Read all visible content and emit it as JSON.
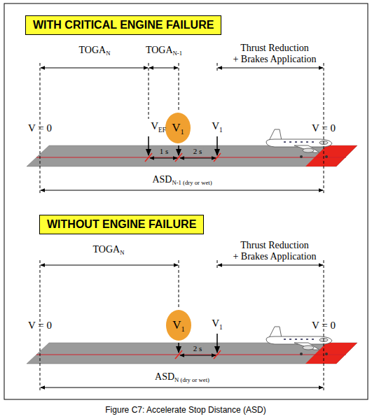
{
  "diagram": {
    "caption": "Figure C7: Accelerate Stop Distance (ASD)",
    "nodes": [
      {
        "text": [
          "WITH CRITICAL ENGINE FAILURE"
        ]
      },
      {
        "text": [
          "V1"
        ]
      },
      {
        "text": [
          "WITHOUT ENGINE FAILURE"
        ]
      },
      {
        "text": [
          "V1"
        ]
      }
    ],
    "labels": [
      "TOGAN",
      "TOGAN-1",
      "Thrust Reduction + Brakes Application",
      "V = 0",
      "VEF",
      "V1",
      "V = 0",
      "1 s",
      "2 s",
      "ASDN-1 (dry or wet)",
      "TOGAN",
      "Thrust Reduction + Brakes Application",
      "V = 0",
      "V1",
      "V = 0",
      "2 s",
      "ASDN (dry or wet)"
    ]
  }
}
